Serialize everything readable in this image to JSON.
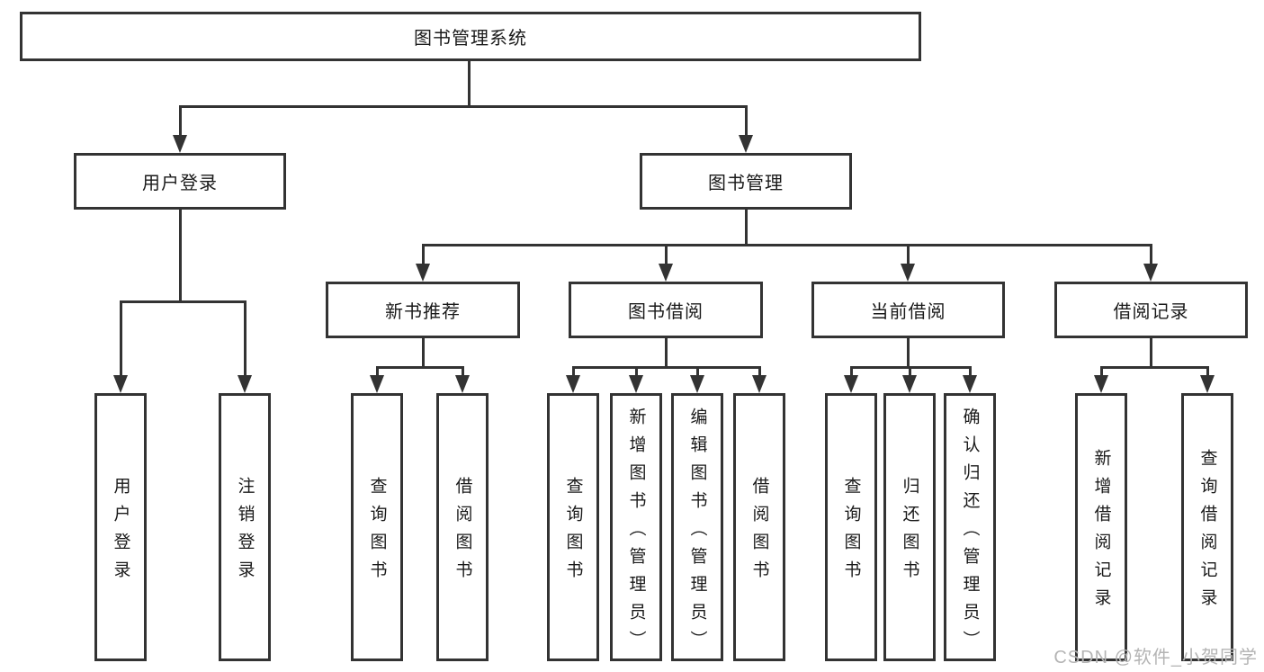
{
  "diagram": {
    "root": "图书管理系统",
    "level2": [
      "用户登录",
      "图书管理"
    ],
    "level3": [
      "新书推荐",
      "图书借阅",
      "当前借阅",
      "借阅记录"
    ],
    "leaves": {
      "user_login": [
        "用户登录",
        "注销登录"
      ],
      "new_book_recommendation": [
        "查询图书",
        "借阅图书"
      ],
      "book_borrowing": [
        "查询图书",
        "新增图书（管理员）",
        "编辑图书（管理员）",
        "借阅图书"
      ],
      "current_borrowing": [
        "查询图书",
        "归还图书",
        "确认归还（管理员）"
      ],
      "borrowing_records": [
        "新增借阅记录",
        "查询借阅记录"
      ]
    }
  },
  "watermark": "CSDN @软件_小贺同学",
  "colors": {
    "line": "#333333",
    "box_border": "#333333",
    "text": "#1a1a1a",
    "background": "#ffffff",
    "watermark": "#b4b4b4"
  }
}
